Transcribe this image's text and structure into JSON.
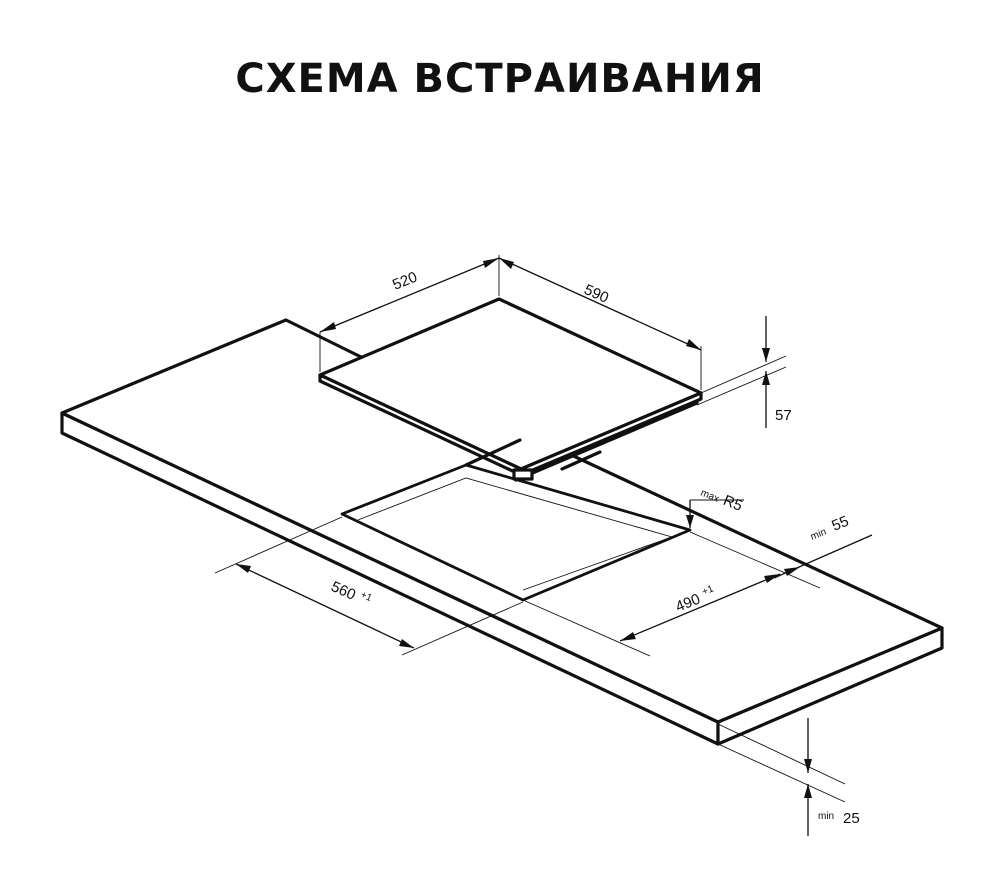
{
  "title": "СХЕМА ВСТРАИВАНИЯ",
  "dimensions": {
    "hob_depth": "520",
    "hob_width": "590",
    "hob_height": "57",
    "cutout_width": "560",
    "cutout_width_tol": "+1",
    "cutout_depth": "490",
    "cutout_depth_tol": "+1",
    "corner_radius_prefix": "max",
    "corner_radius": "R5",
    "edge_clearance_prefix": "min",
    "edge_clearance": "55",
    "worktop_thickness_prefix": "min",
    "worktop_thickness": "25"
  }
}
